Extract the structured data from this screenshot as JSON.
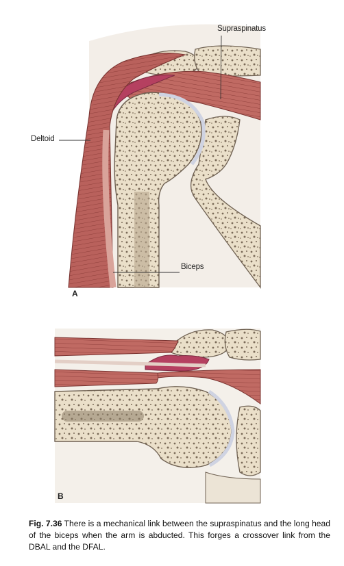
{
  "labels": {
    "supraspinatus": "Supraspinatus",
    "deltoid": "Deltoid",
    "biceps": "Biceps"
  },
  "panels": {
    "a": "A",
    "b": "B"
  },
  "caption": {
    "fig_number": "Fig. 7.36",
    "text": " There is a mechanical link between the supraspinatus and the long head of the biceps when the arm is abducted. This forges a crossover link from the DBAL and the DFAL."
  },
  "colors": {
    "muscle": "#b9615c",
    "muscle_light": "#d9a39a",
    "bone": "#eadfc9",
    "bone_outline": "#6f6152",
    "bursa": "#b54060",
    "cartilage": "#cfd3e2",
    "background_tint": "#f1ece6"
  }
}
